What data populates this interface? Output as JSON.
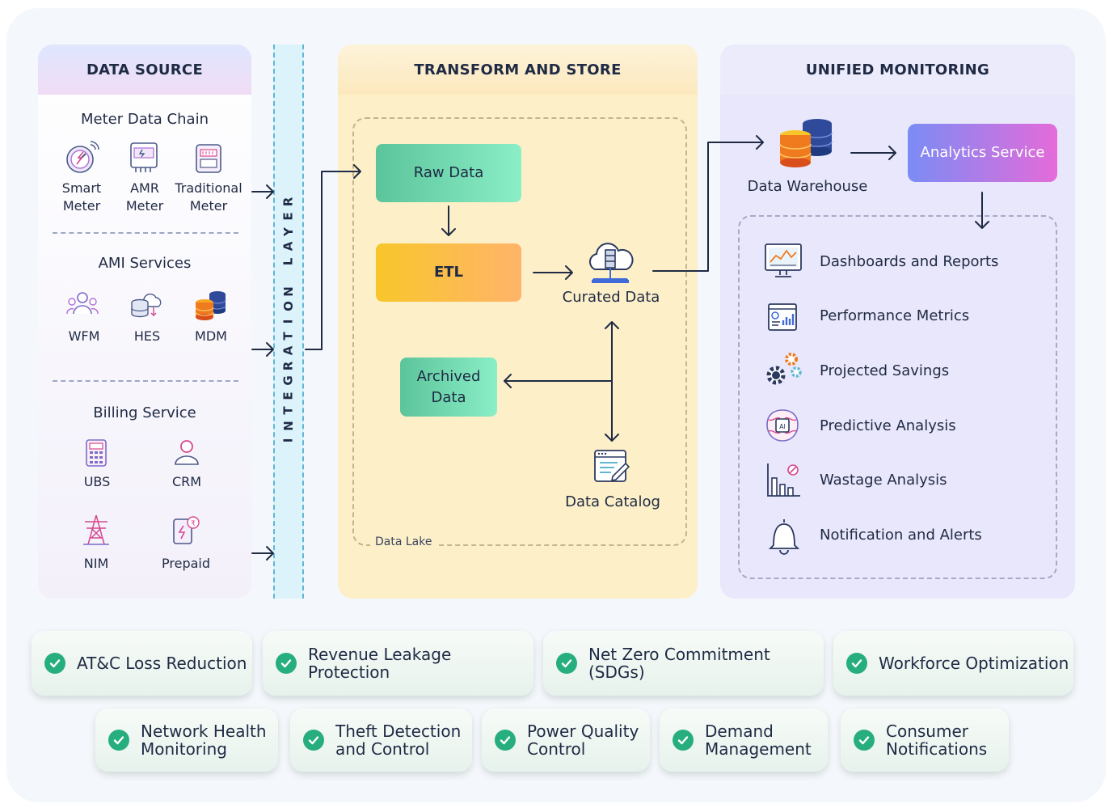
{
  "panels": {
    "source": {
      "title": "DATA SOURCE"
    },
    "transform": {
      "title": "TRANSFORM AND STORE"
    },
    "unified": {
      "title": "UNIFIED MONITORING"
    }
  },
  "meter_chain": {
    "title": "Meter Data Chain",
    "items": [
      {
        "label": "Smart\nMeter",
        "icon": "smart-meter-icon"
      },
      {
        "label": "AMR\nMeter",
        "icon": "amr-meter-icon"
      },
      {
        "label": "Traditional\nMeter",
        "icon": "traditional-meter-icon"
      }
    ]
  },
  "ami": {
    "title": "AMI Services",
    "items": [
      {
        "label": "WFM",
        "icon": "workforce-icon"
      },
      {
        "label": "HES",
        "icon": "cloud-database-icon"
      },
      {
        "label": "MDM",
        "icon": "database-stack-icon"
      }
    ]
  },
  "billing": {
    "title": "Billing Service",
    "items": [
      {
        "label": "UBS",
        "icon": "calculator-icon"
      },
      {
        "label": "CRM",
        "icon": "user-icon"
      },
      {
        "label": "NIM",
        "icon": "transmission-tower-icon"
      },
      {
        "label": "Prepaid",
        "icon": "prepaid-meter-icon"
      }
    ]
  },
  "integration": {
    "label": "INTEGRATION LAYER"
  },
  "transform": {
    "raw": "Raw Data",
    "etl": "ETL",
    "curated": "Curated Data",
    "archived": "Archived\nData",
    "catalog": "Data Catalog",
    "lake": "Data Lake"
  },
  "monitoring": {
    "warehouse": "Data Warehouse",
    "analytics": "Analytics Service",
    "items": [
      {
        "label": "Dashboards and Reports",
        "icon": "dashboard-icon"
      },
      {
        "label": "Performance Metrics",
        "icon": "metrics-icon"
      },
      {
        "label": "Projected Savings",
        "icon": "gears-icon"
      },
      {
        "label": "Predictive Analysis",
        "icon": "ai-brain-icon"
      },
      {
        "label": "Wastage Analysis",
        "icon": "bar-chart-icon"
      },
      {
        "label": "Notification and Alerts",
        "icon": "bell-icon"
      }
    ]
  },
  "benefits_row1": [
    "AT&C Loss Reduction",
    "Revenue Leakage Protection",
    "Net Zero Commitment (SDGs)",
    "Workforce Optimization"
  ],
  "benefits_row2": [
    "Network Health\nMonitoring",
    "Theft Detection\nand Control",
    "Power Quality\nControl",
    "Demand\nManagement",
    "Consumer\nNotifications"
  ],
  "colors": {
    "accent_green": "#27ae7f",
    "navy": "#1f2a44",
    "analytics_gradient": [
      "#7b8cf5",
      "#e46bd9"
    ]
  }
}
